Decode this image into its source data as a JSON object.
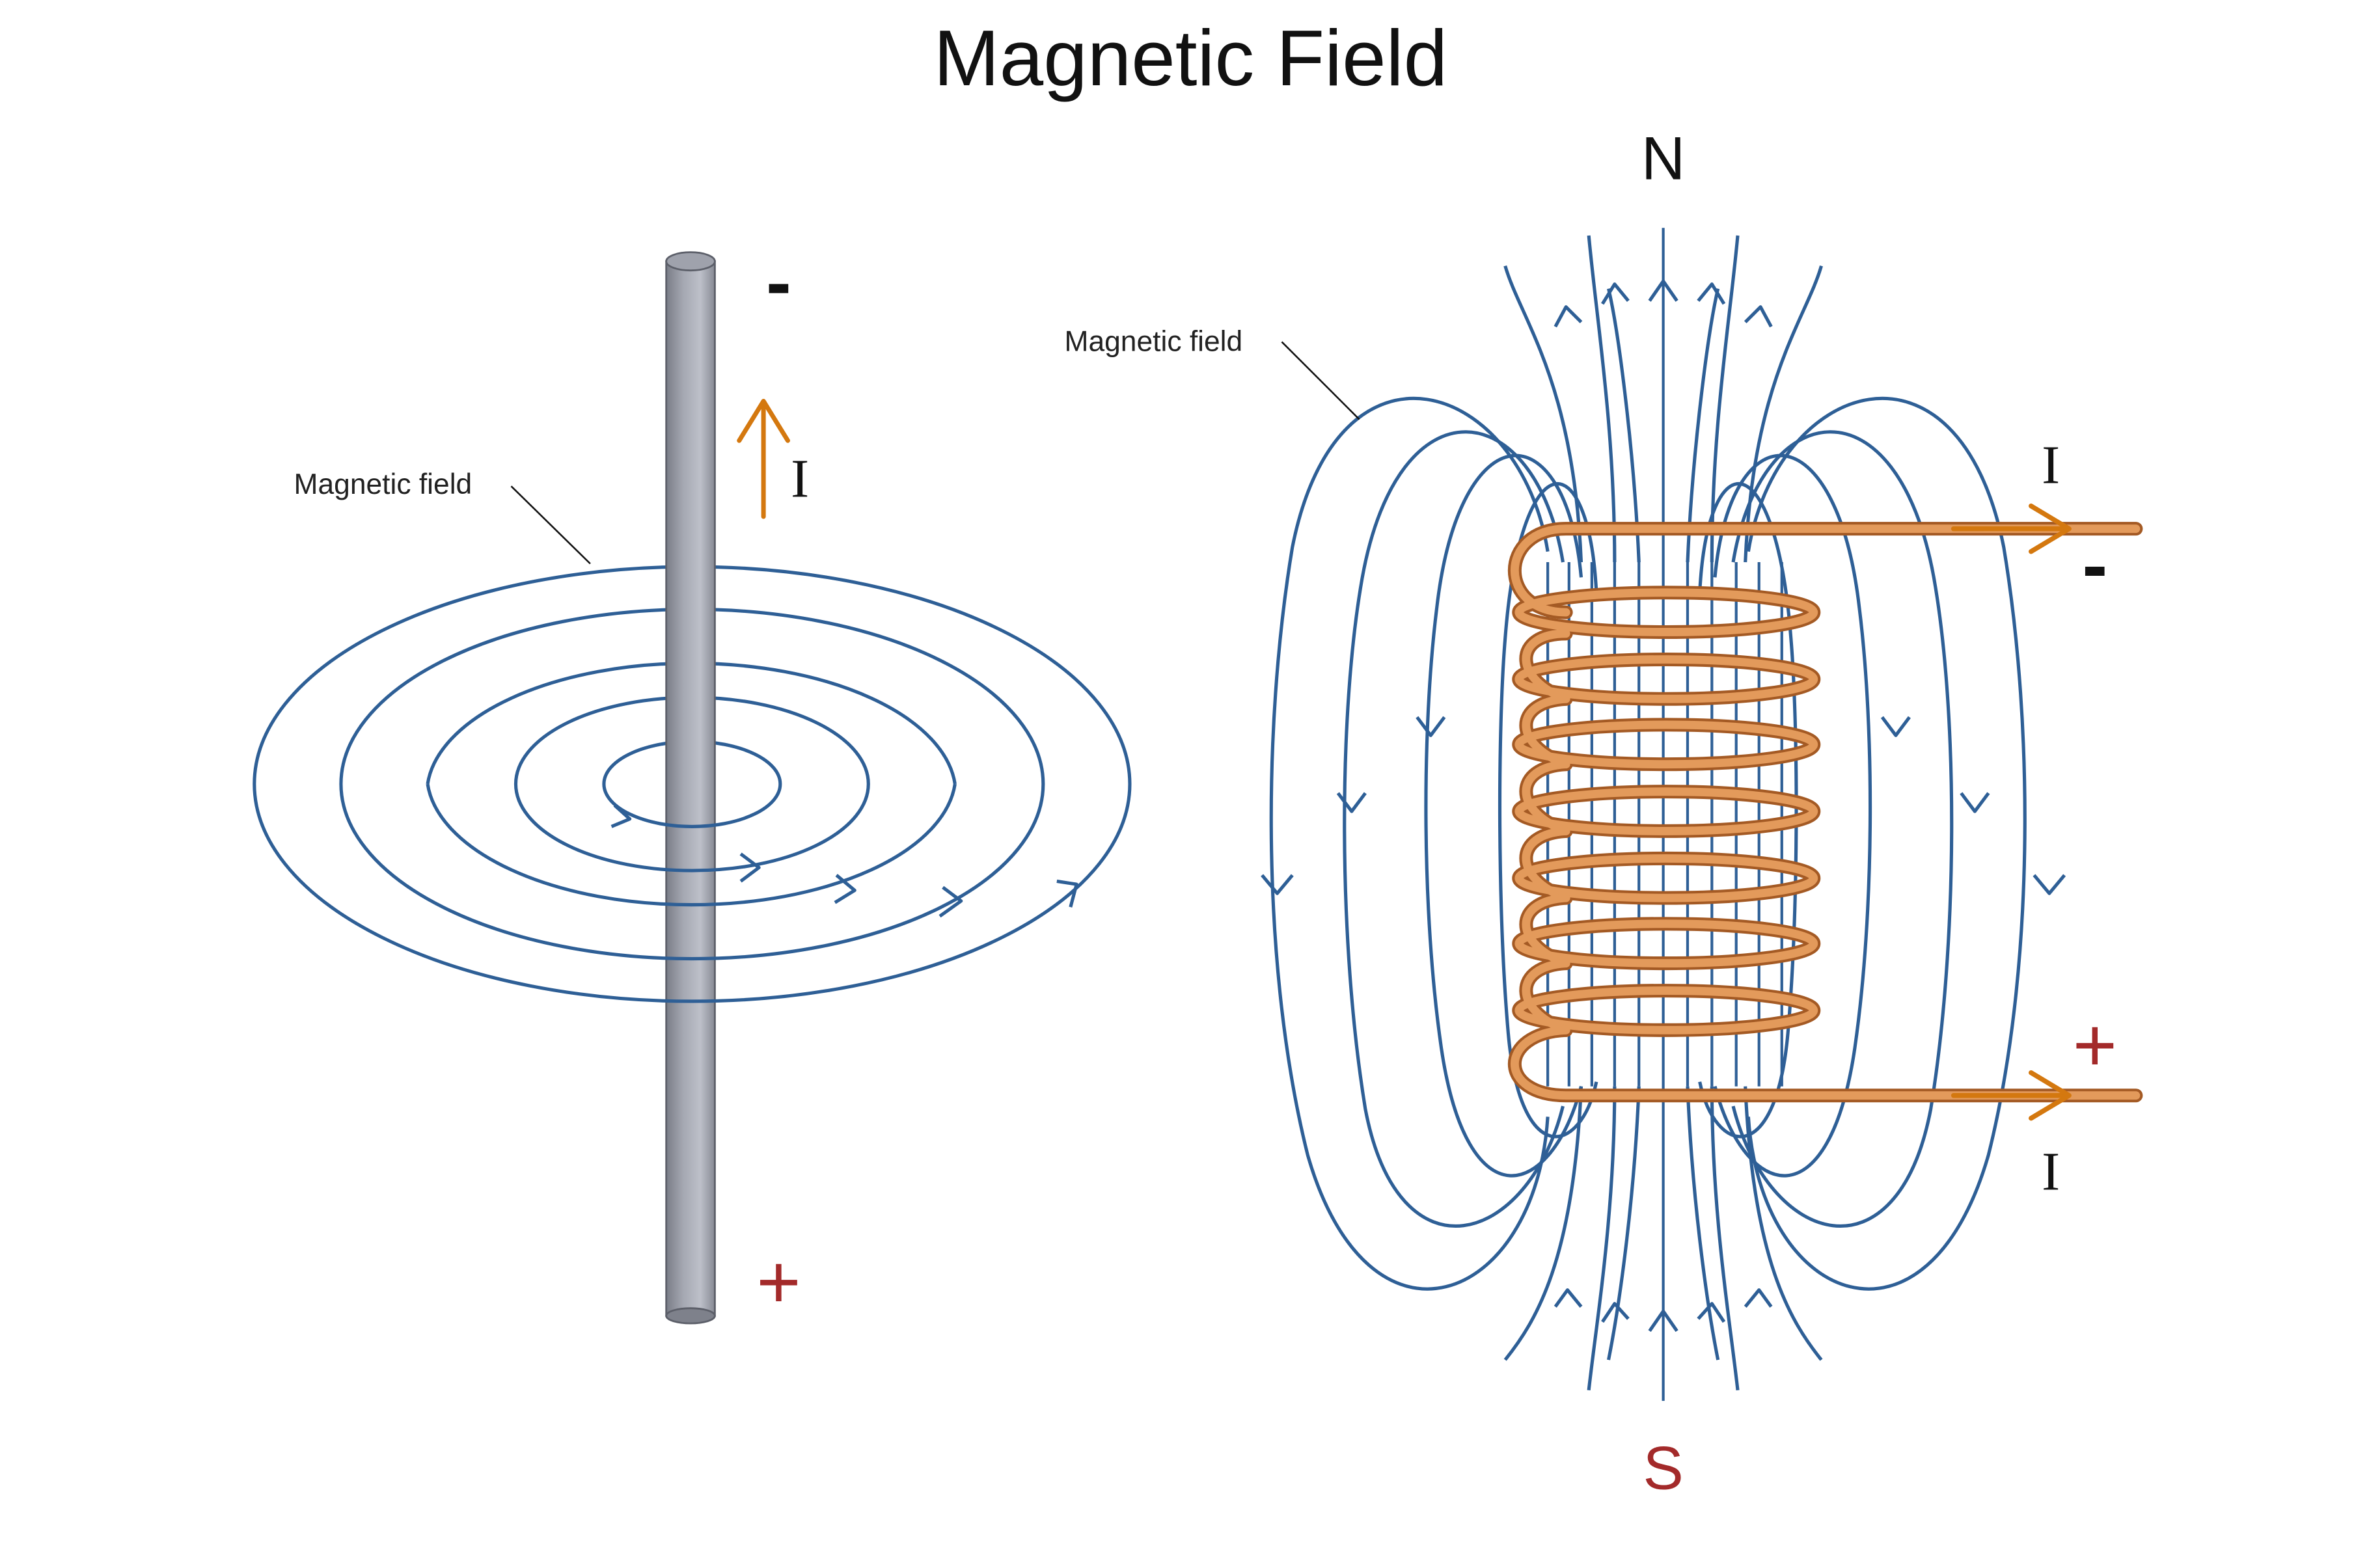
{
  "title": "Magnetic Field",
  "straight_wire": {
    "field_label": "Magnetic field",
    "top_sign": "-",
    "bottom_sign": "+",
    "current_label": "I"
  },
  "solenoid": {
    "field_label": "Magnetic field",
    "north_label": "N",
    "south_label": "S",
    "top_current_label": "I",
    "top_sign": "-",
    "bottom_sign": "+",
    "bottom_current_label": "I"
  },
  "colors": {
    "field_line": "#2e5f96",
    "current_arrow": "#d4780f",
    "coil_copper": "#e39a5b",
    "coil_outline": "#a45a24",
    "rod": "#a3a6b0",
    "plus_sign": "#a32a2a",
    "text": "#111111"
  },
  "icons": [
    "current-arrow-icon",
    "field-direction-arrow-icon"
  ]
}
